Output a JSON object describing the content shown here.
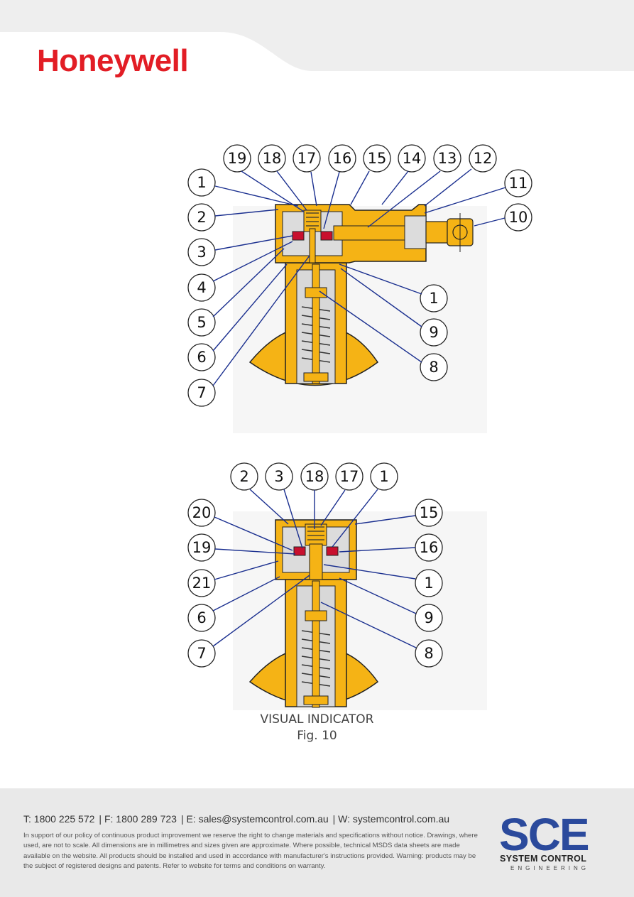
{
  "header": {
    "brand": "Honeywell"
  },
  "figure": {
    "title": "VISUAL INDICATOR",
    "number": "Fig. 10",
    "top_callouts": [
      "19",
      "18",
      "17",
      "16",
      "15",
      "14",
      "13",
      "12",
      "11",
      "10",
      "1",
      "9",
      "8",
      "1",
      "2",
      "3",
      "4",
      "5",
      "6",
      "7"
    ],
    "bottom_callouts": [
      "2",
      "3",
      "18",
      "17",
      "1",
      "20",
      "15",
      "19",
      "16",
      "21",
      "1",
      "6",
      "9",
      "7",
      "8"
    ]
  },
  "footer": {
    "phone": "T: 1800 225 572",
    "fax": "F: 1800 289 723",
    "email": "E: sales@systemcontrol.com.au",
    "web": "W: systemcontrol.com.au",
    "disclaimer": "In support of our policy of continuous product improvement we reserve the right to change materials and specifications without notice. Drawings, where used, are not to scale. All dimensions are in millimetres and sizes given are approximate. Where possible, technical MSDS data sheets are made available on the website. All products should be installed and used in accordance with manufacturer's instructions provided. Warning: products may be the subject of registered designs and patents. Refer to website for terms and conditions on warranty.",
    "company_logo": "SCE",
    "company_name": "SYSTEM CONTROL",
    "company_tagline": "ENGINEERING"
  },
  "colors": {
    "brand_red": "#e21d25",
    "part_yellow": "#f5b315",
    "seal_red": "#c8102e",
    "leader_blue": "#1a2f8f",
    "sce_blue": "#2b4a9c"
  }
}
